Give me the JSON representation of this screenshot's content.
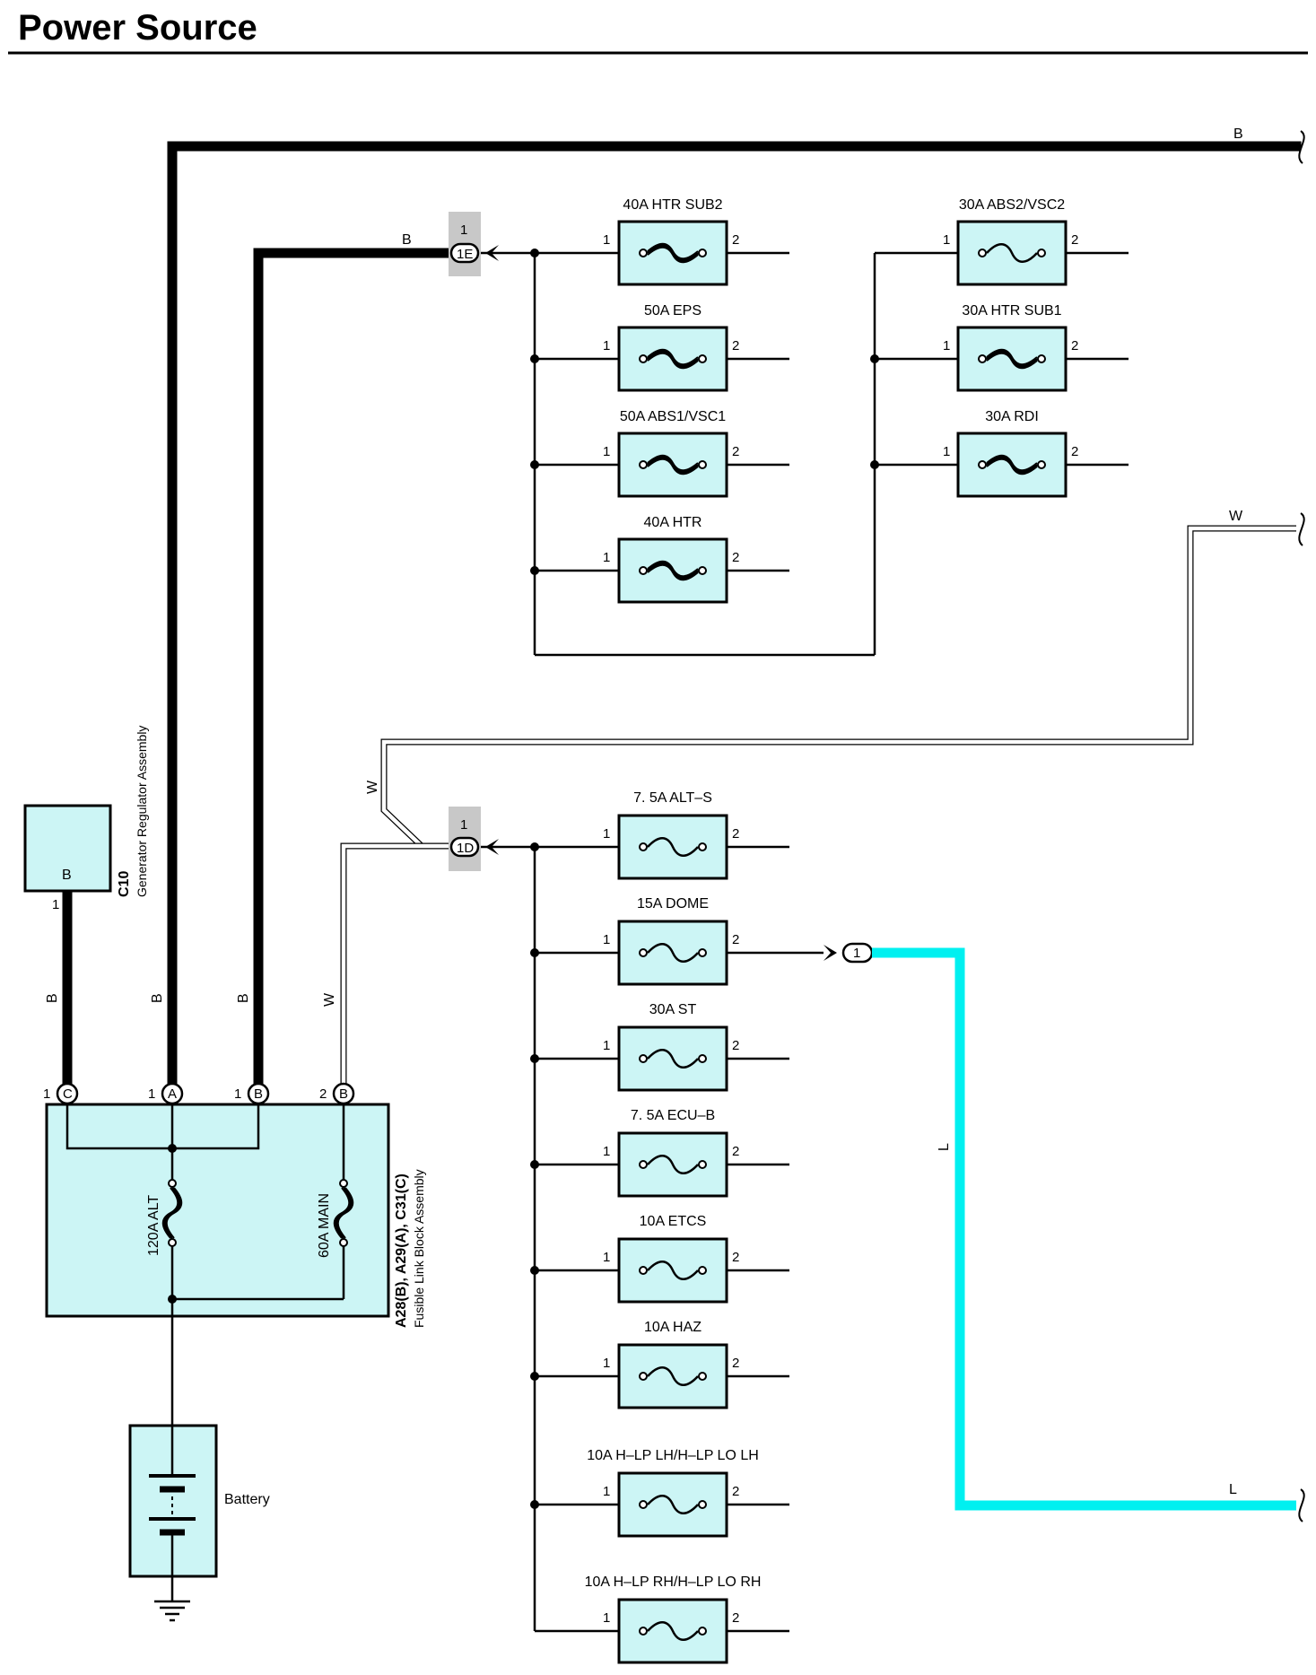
{
  "title": "Power Source",
  "wire_colors": {
    "black": "#000000",
    "white": "#ffffff",
    "light_blue": "#00f0f0",
    "component_fill": "#ccf5f5"
  },
  "wire_labels": {
    "top_b": "B",
    "connector_1e_b": "B",
    "right_w": "W",
    "vertical_w": "W",
    "c_wire": "B",
    "a_wire": "B",
    "b1_wire": "B",
    "b2_wire": "W",
    "dome_l": "L",
    "right_l": "L"
  },
  "connectors": {
    "e": {
      "pin": "1",
      "label": "1E"
    },
    "d": {
      "pin": "1",
      "label": "1D"
    },
    "dome_out": {
      "label": "1"
    }
  },
  "upper_fuses_left": [
    {
      "name": "40A HTR SUB2",
      "pin1": "1",
      "pin2": "2"
    },
    {
      "name": "50A EPS",
      "pin1": "1",
      "pin2": "2"
    },
    {
      "name": "50A ABS1/VSC1",
      "pin1": "1",
      "pin2": "2"
    },
    {
      "name": "40A HTR",
      "pin1": "1",
      "pin2": "2"
    }
  ],
  "upper_fuses_right": [
    {
      "name": "30A ABS2/VSC2",
      "pin1": "1",
      "pin2": "2"
    },
    {
      "name": "30A HTR SUB1",
      "pin1": "1",
      "pin2": "2"
    },
    {
      "name": "30A RDI",
      "pin1": "1",
      "pin2": "2"
    }
  ],
  "lower_fuses": [
    {
      "name": "7. 5A ALT–S",
      "pin1": "1",
      "pin2": "2"
    },
    {
      "name": "15A DOME",
      "pin1": "1",
      "pin2": "2"
    },
    {
      "name": "30A ST",
      "pin1": "1",
      "pin2": "2"
    },
    {
      "name": "7. 5A ECU–B",
      "pin1": "1",
      "pin2": "2"
    },
    {
      "name": "10A ETCS",
      "pin1": "1",
      "pin2": "2"
    },
    {
      "name": "10A HAZ",
      "pin1": "1",
      "pin2": "2"
    },
    {
      "name": "10A H–LP LH/H–LP LO LH",
      "pin1": "1",
      "pin2": "2"
    },
    {
      "name": "10A H–LP RH/H–LP LO RH",
      "pin1": "1",
      "pin2": "2"
    }
  ],
  "generator": {
    "code": "C10",
    "name": "Generator Regulator Assembly",
    "terminal": "B",
    "pin": "1"
  },
  "fusible_link_block": {
    "code": "A28(B), A29(A), C31(C)",
    "name": "Fusible Link Block Assembly",
    "terminals": [
      {
        "pin": "1",
        "letter": "C"
      },
      {
        "pin": "1",
        "letter": "A"
      },
      {
        "pin": "1",
        "letter": "B"
      },
      {
        "pin": "2",
        "letter": "B"
      }
    ],
    "alt_fuse": "120A ALT",
    "main_fuse": "60A MAIN"
  },
  "battery": {
    "name": "Battery"
  }
}
